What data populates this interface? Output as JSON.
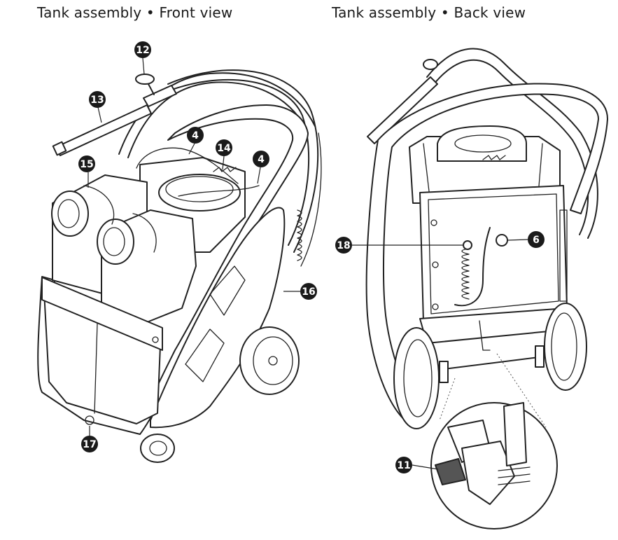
{
  "titles": {
    "front": "Tank assembly • Front view",
    "back": "Tank assembly • Back view"
  },
  "callouts": {
    "front": [
      "12",
      "13",
      "4",
      "14",
      "4",
      "15",
      "16",
      "17"
    ],
    "back": [
      "6",
      "18",
      "11"
    ]
  }
}
